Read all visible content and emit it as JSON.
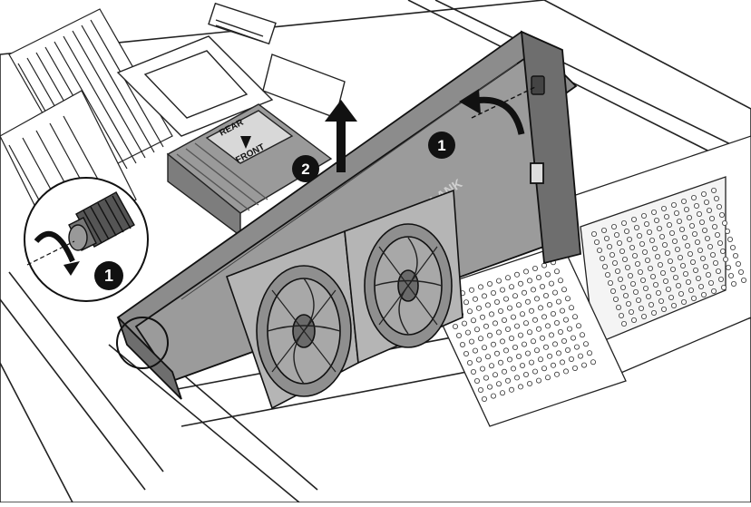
{
  "callouts": {
    "step1_primary": "1",
    "step1_secondary": "1",
    "step2": "2"
  },
  "heatsink": {
    "rear_label": "REAR",
    "front_label": "FRONT"
  },
  "baffle": {
    "label": "BLANK"
  },
  "colors": {
    "line": "#222222",
    "baffle_fill": "#8c8c8c",
    "baffle_dark": "#6e6e6e",
    "heatsink_fill": "#9a9a9a",
    "fan_fill": "#b5b5b5",
    "callout_fill": "#111111",
    "callout_text": "#ffffff",
    "background": "#ffffff"
  },
  "icons": [
    "arrow-up-icon",
    "curved-arrow-icon",
    "thumbscrew-icon",
    "magnify-circle-icon"
  ]
}
